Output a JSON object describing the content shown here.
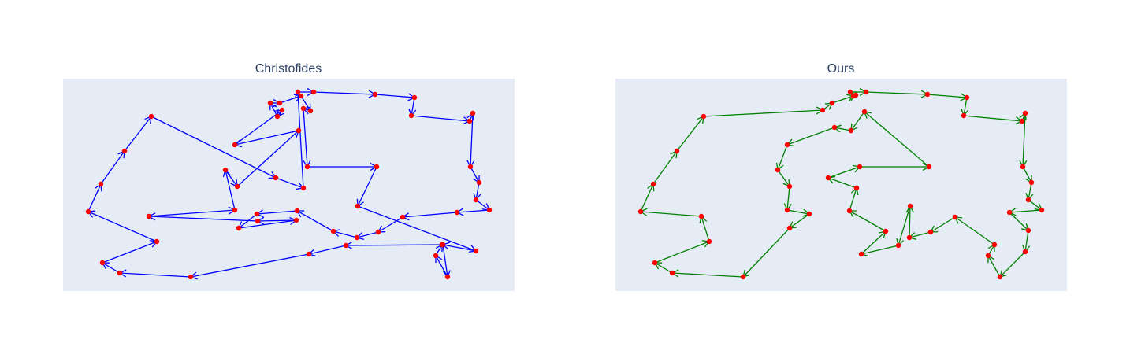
{
  "chart_data": [
    {
      "type": "scatter",
      "title": "Christofides",
      "line_color": "#0000ff",
      "point_color": "#ff0000",
      "background": "#e5ecf6",
      "xlim": [
        0,
        573
      ],
      "ylim": [
        0,
        270
      ],
      "points": [
        [
          298,
          17
        ],
        [
          318,
          17
        ],
        [
          396,
          20
        ],
        [
          446,
          24
        ],
        [
          442,
          47
        ],
        [
          516,
          54
        ],
        [
          520,
          44
        ],
        [
          517,
          112
        ],
        [
          528,
          132
        ],
        [
          524,
          154
        ],
        [
          541,
          167
        ],
        [
          500,
          170
        ],
        [
          431,
          176
        ],
        [
          400,
          195
        ],
        [
          373,
          202
        ],
        [
          343,
          194
        ],
        [
          297,
          168
        ],
        [
          246,
          172
        ],
        [
          223,
          190
        ],
        [
          296,
          180
        ],
        [
          247,
          181
        ],
        [
          109,
          175
        ],
        [
          218,
          167
        ],
        [
          206,
          116
        ],
        [
          221,
          137
        ],
        [
          299,
          66
        ],
        [
          218,
          84
        ],
        [
          278,
          40
        ],
        [
          272,
          48
        ],
        [
          263,
          31
        ],
        [
          275,
          31
        ],
        [
          302,
          22
        ],
        [
          314,
          41
        ],
        [
          305,
          38
        ],
        [
          310,
          112
        ],
        [
          398,
          112
        ],
        [
          374,
          162
        ],
        [
          524,
          219
        ],
        [
          482,
          211
        ],
        [
          488,
          252
        ],
        [
          473,
          225
        ],
        [
          481,
          211
        ],
        [
          359,
          212
        ],
        [
          312,
          223
        ],
        [
          162,
          252
        ],
        [
          72,
          247
        ],
        [
          50,
          234
        ],
        [
          119,
          207
        ],
        [
          32,
          169
        ],
        [
          48,
          134
        ],
        [
          78,
          92
        ],
        [
          112,
          48
        ],
        [
          270,
          126
        ],
        [
          305,
          139
        ]
      ]
    },
    {
      "type": "scatter",
      "title": "Ours",
      "line_color": "#008000",
      "point_color": "#ff0000",
      "background": "#e5ecf6",
      "xlim": [
        0,
        573
      ],
      "ylim": [
        0,
        270
      ],
      "points": [
        [
          298,
          17
        ],
        [
          318,
          17
        ],
        [
          396,
          20
        ],
        [
          446,
          24
        ],
        [
          442,
          47
        ],
        [
          516,
          54
        ],
        [
          520,
          44
        ],
        [
          517,
          112
        ],
        [
          528,
          132
        ],
        [
          524,
          154
        ],
        [
          541,
          167
        ],
        [
          500,
          170
        ],
        [
          524,
          193
        ],
        [
          520,
          220
        ],
        [
          488,
          252
        ],
        [
          473,
          225
        ],
        [
          481,
          211
        ],
        [
          431,
          176
        ],
        [
          400,
          195
        ],
        [
          373,
          202
        ],
        [
          374,
          162
        ],
        [
          359,
          212
        ],
        [
          312,
          223
        ],
        [
          343,
          194
        ],
        [
          297,
          168
        ],
        [
          306,
          139
        ],
        [
          270,
          126
        ],
        [
          310,
          112
        ],
        [
          398,
          112
        ],
        [
          316,
          42
        ],
        [
          299,
          66
        ],
        [
          278,
          62
        ],
        [
          218,
          84
        ],
        [
          206,
          116
        ],
        [
          221,
          137
        ],
        [
          218,
          167
        ],
        [
          246,
          172
        ],
        [
          221,
          190
        ],
        [
          162,
          252
        ],
        [
          72,
          247
        ],
        [
          50,
          234
        ],
        [
          119,
          207
        ],
        [
          109,
          175
        ],
        [
          32,
          169
        ],
        [
          48,
          134
        ],
        [
          78,
          92
        ],
        [
          112,
          48
        ],
        [
          263,
          40
        ],
        [
          275,
          31
        ],
        [
          302,
          22
        ],
        [
          305,
          21
        ]
      ]
    }
  ]
}
